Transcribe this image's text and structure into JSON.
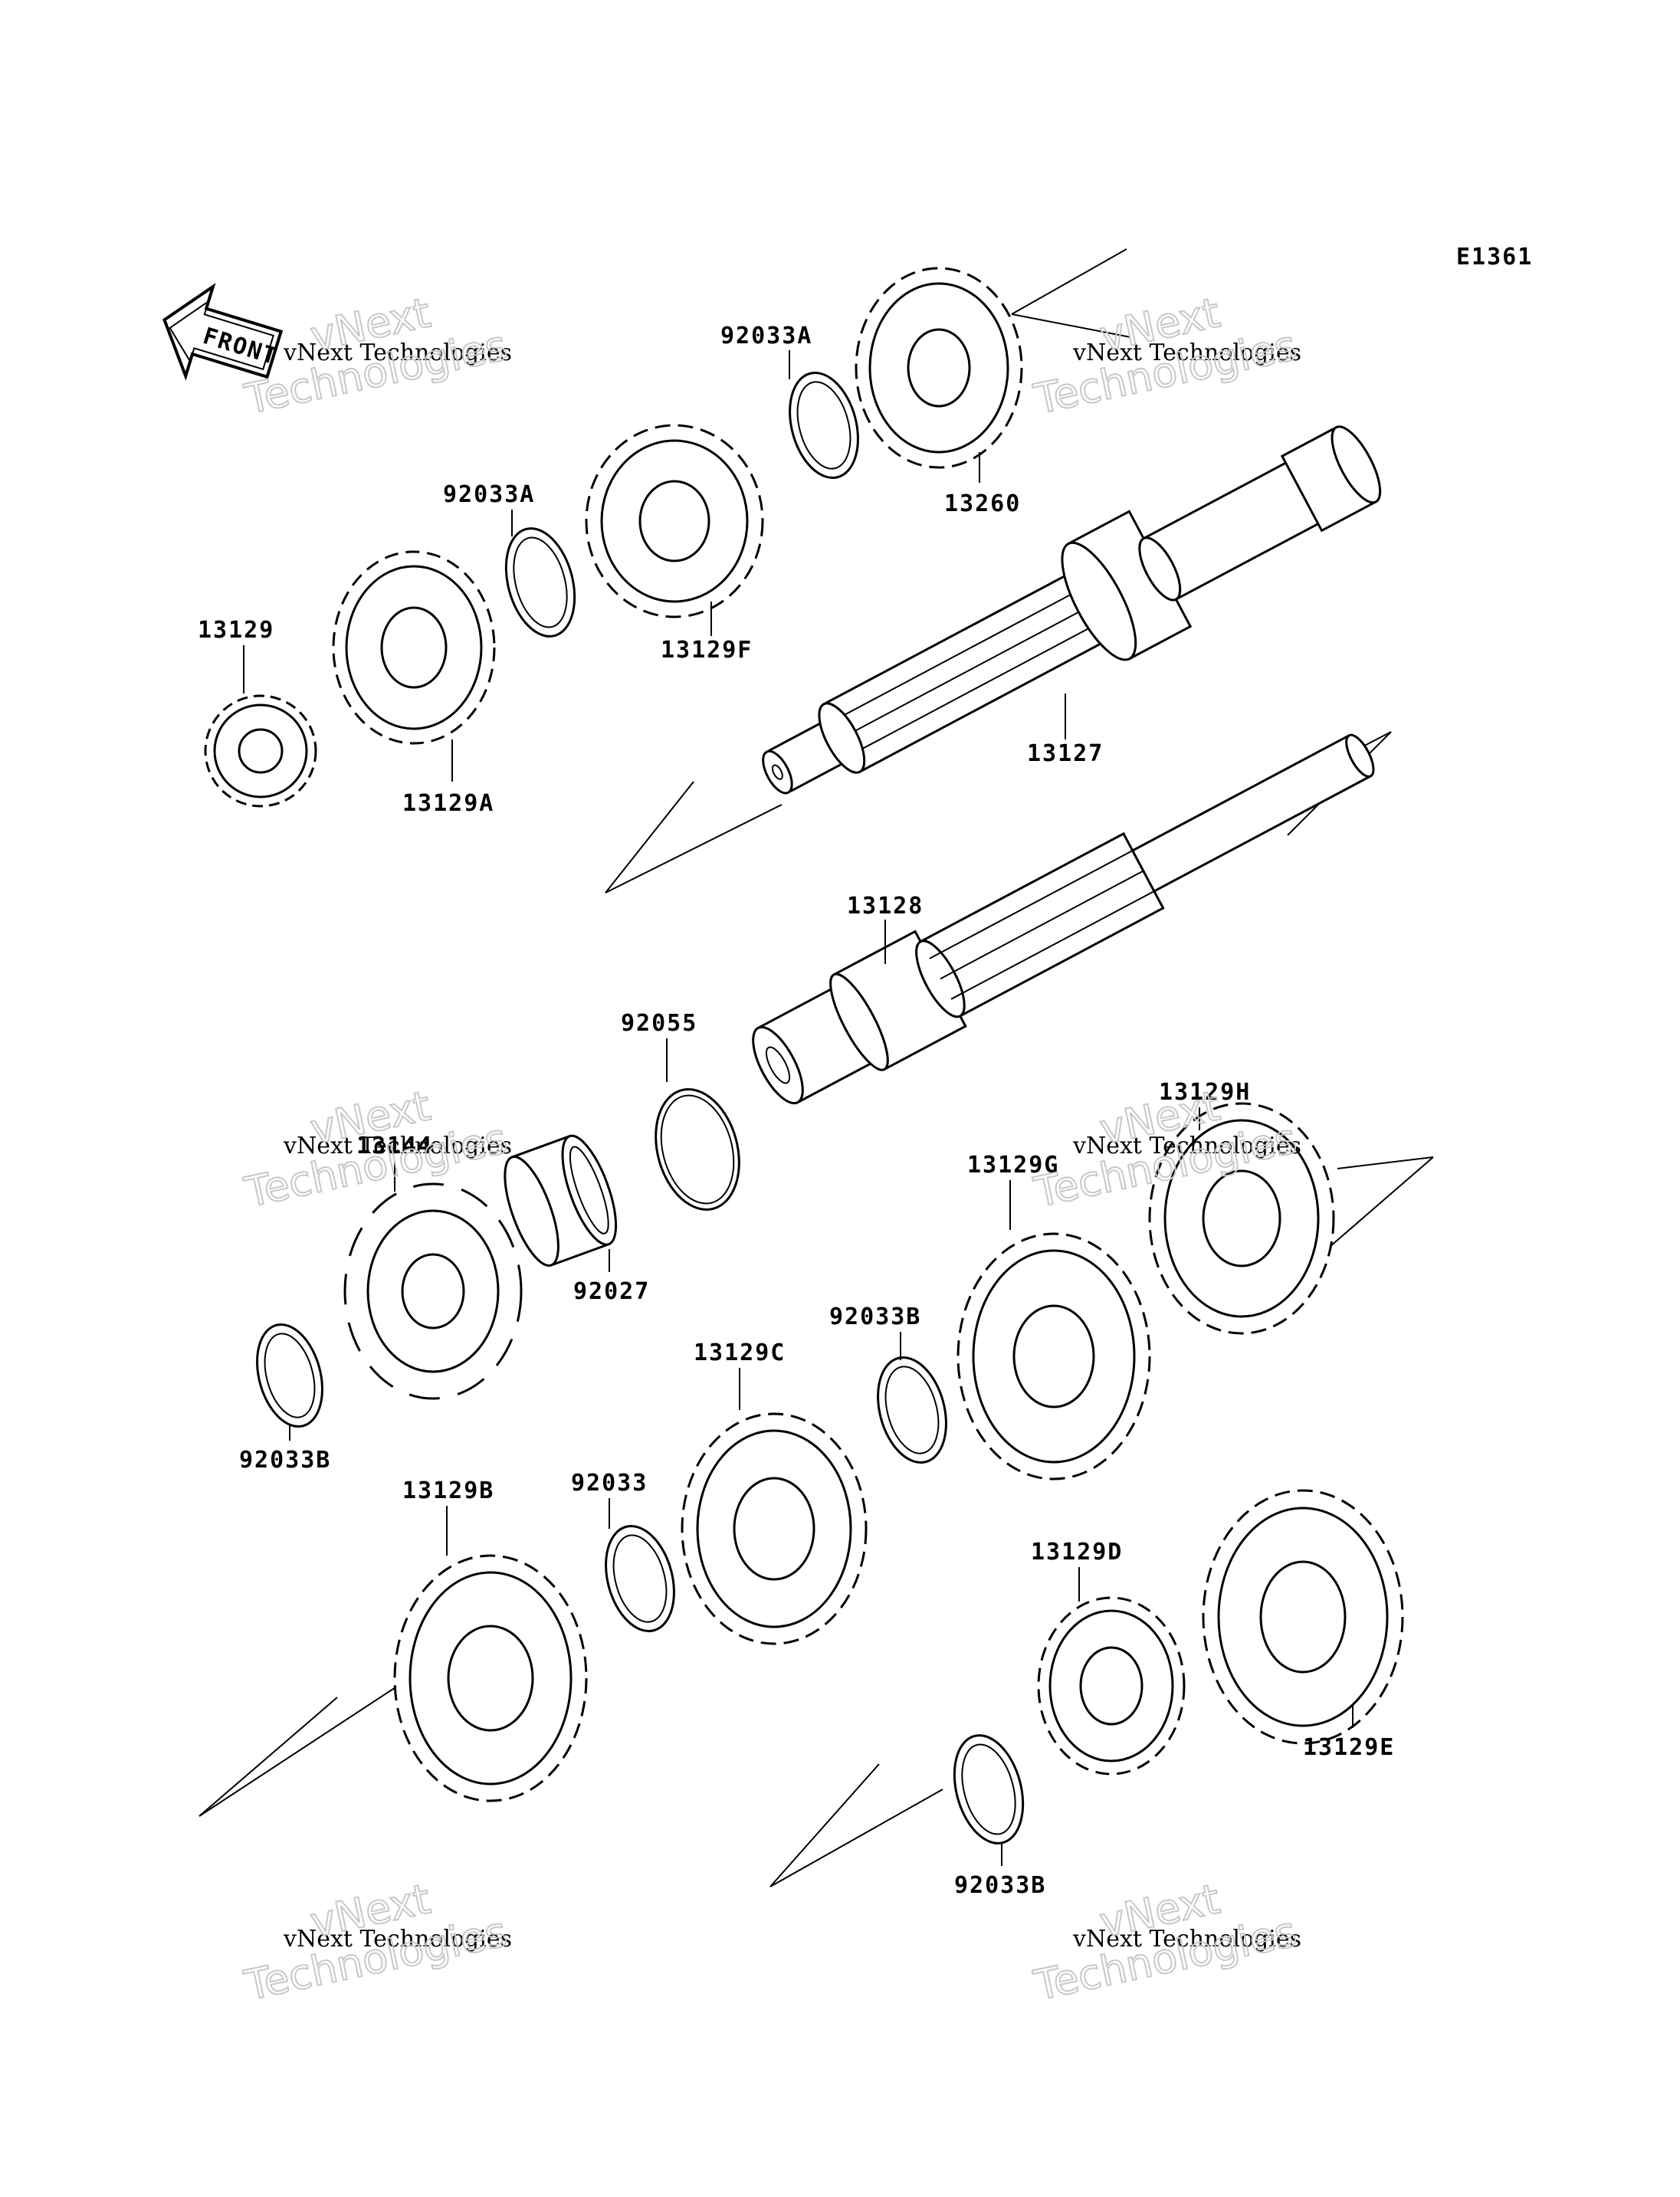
{
  "diagram_code": "E1361",
  "front_label": "FRONT",
  "watermark": {
    "line1": "vNext Technologies",
    "line2": "vNext",
    "line3": "Technologies"
  },
  "parts": {
    "p13129": "13129",
    "p13129A": "13129A",
    "p92033A_1": "92033A",
    "p13129F": "13129F",
    "p92033A_2": "92033A",
    "p13260": "13260",
    "p13127": "13127",
    "p13128": "13128",
    "p92055": "92055",
    "p13144": "13144",
    "p92027": "92027",
    "p92033B_1": "92033B",
    "p13129H": "13129H",
    "p13129G": "13129G",
    "p92033B_2": "92033B",
    "p13129C": "13129C",
    "p92033": "92033",
    "p13129B": "13129B",
    "p13129D": "13129D",
    "p13129E": "13129E",
    "p92033B_3": "92033B"
  }
}
